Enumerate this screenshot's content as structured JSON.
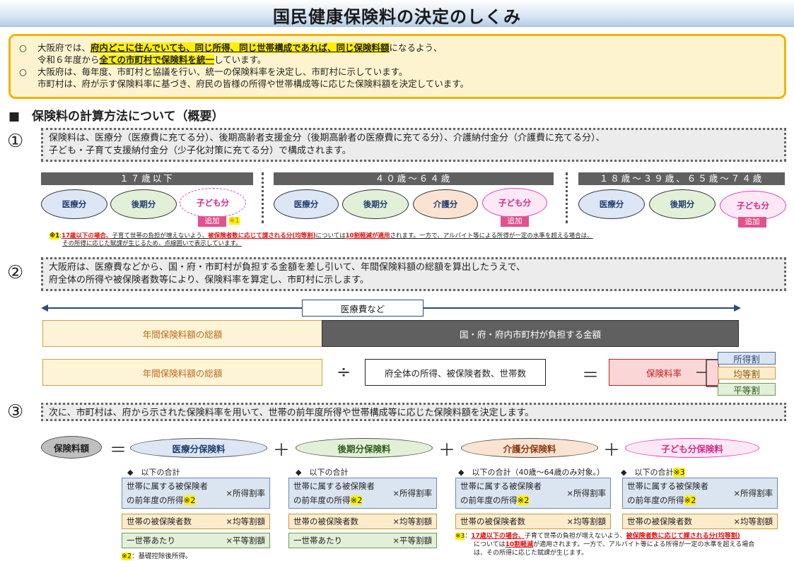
{
  "title": "国民健康保険料の決定のしくみ",
  "intro": {
    "b1_pre": "大阪府では、",
    "b1_hl1": "府内どこに住んでいても、同じ所得、同じ世帯構成であれば、同じ保険料額",
    "b1_post": "になるよう、",
    "b1_l2_pre": "令和６年度から",
    "b1_l2_hl": "全ての市町村で保険料を統一",
    "b1_l2_post": "しています。",
    "b2_l1": "大阪府は、毎年度、市町村と協議を行い、統一の保険料率を決定し、市町村に示しています。",
    "b2_l2": "市町村は、府が示す保険料率に基づき、府民の皆様の所得や世帯構成等に応じた保険料額を決定しています。",
    "bullet": "○"
  },
  "section_heading": "■　保険料の計算方法について（概要）",
  "step1": {
    "num": "①",
    "l1": "保険料は、医療分（医療費に充てる分）、後期高齢者支援金分（後期高齢者の医療費に充てる分）、介護納付金分（介護費に充てる分）、",
    "l2": "子ども・子育て支援納付金分（少子化対策に充てる分）で構成されます。"
  },
  "groups": {
    "g1": "１７歳以下",
    "g2": "４０歳～６４歳",
    "g3": "１８歳～３９歳、６５歳～７４歳",
    "iryo": "医療分",
    "kouki": "後期分",
    "kaigo": "介護分",
    "kodomo": "子ども分",
    "tsuika": "追加",
    "mark1": "※1"
  },
  "note1": {
    "mark": "※1",
    "a": "17歳以下の場合、",
    "b": "子育て世帯の負担が増えないよう、",
    "c": "被保険者数に応じて課される分(均等割)",
    "d": "については",
    "e": "10割軽減が適用",
    "f": "されます。一方で、アルバイト等による所得が一定の水準を超える場合は、",
    "g": "その所得に応じた賦課が生じるため、点線囲いで表示しています。"
  },
  "step2": {
    "num": "②",
    "l1": "大阪府は、医療費などから、国・府・市町村が負担する金額を差し引いて、年間保険料額の総額を算出したうえで、",
    "l2": "府全体の所得や被保険者数等により、保険料率を算定し、市町村に示します。"
  },
  "flow": {
    "medical": "医療費など",
    "total": "年間保険料額の総額",
    "burden": "国・府・府内市町村が負担する金額",
    "total2": "年間保険料額の総額",
    "divide": "÷",
    "basis": "府全体の所得、被保険者数、世帯数",
    "equals": "＝",
    "rate": "保険料率",
    "r1": "所得割",
    "r2": "均等割",
    "r3": "平等割"
  },
  "step3": {
    "num": "③",
    "text": "次に、市町村は、府から示された保険料率を用いて、世帯の前年度所得や世帯構成等に応じた保険料額を決定します。"
  },
  "calc": {
    "label": "保険料額",
    "eq": "＝",
    "plus": "＋",
    "c1": "医療分保険料",
    "c2": "後期分保険料",
    "c3": "介護分保険料",
    "c4": "子ども分保険料",
    "h1": "◆　以下の合計",
    "h2": "◆　以下の合計",
    "h3": "◆　以下の合計（40歳～64歳のみ対象。）",
    "h4": "◆　以下の合計",
    "h4mark": "※3",
    "inc_l1": "世帯に属する被保険者",
    "inc_l2": "の前年度の所得",
    "inc_mark": "※2",
    "inc_rate": "×所得割率",
    "cnt": "世帯の被保険者数",
    "cnt_rate": "×均等割額",
    "hh": "一世帯あたり",
    "hh_rate": "×平等割額"
  },
  "note2": {
    "mark": "※2",
    "text": "：基礎控除後所得。"
  },
  "note3": {
    "mark": "※3",
    "a": "：",
    "b": "17歳以下の場合、",
    "c": "子育て世帯の負担が増えないよう、",
    "d": "被保険者数に応じて課される分(均等割)",
    "e": "については",
    "f": "10割軽減",
    "g": "が適用されます。一方で、アルバイト等による所得が一定の水準を超える場合",
    "h": "は、その所得に応じた賦課が生じます。"
  }
}
